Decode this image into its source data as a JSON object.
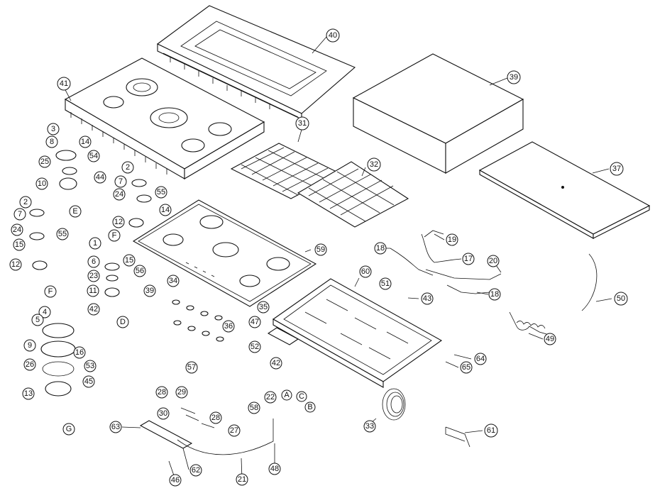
{
  "diagram": {
    "callouts": [
      {
        "label": "40"
      },
      {
        "label": "41"
      },
      {
        "label": "39"
      },
      {
        "label": "37"
      },
      {
        "label": "31"
      },
      {
        "label": "32"
      },
      {
        "label": "3"
      },
      {
        "label": "8"
      },
      {
        "label": "14"
      },
      {
        "label": "54"
      },
      {
        "label": "25"
      },
      {
        "label": "44"
      },
      {
        "label": "10"
      },
      {
        "label": "E"
      },
      {
        "label": "2"
      },
      {
        "label": "7"
      },
      {
        "label": "24"
      },
      {
        "label": "55"
      },
      {
        "label": "14"
      },
      {
        "label": "2"
      },
      {
        "label": "7"
      },
      {
        "label": "24"
      },
      {
        "label": "55"
      },
      {
        "label": "15"
      },
      {
        "label": "12"
      },
      {
        "label": "F"
      },
      {
        "label": "12"
      },
      {
        "label": "F"
      },
      {
        "label": "1"
      },
      {
        "label": "6"
      },
      {
        "label": "23"
      },
      {
        "label": "15"
      },
      {
        "label": "56"
      },
      {
        "label": "39"
      },
      {
        "label": "11"
      },
      {
        "label": "42"
      },
      {
        "label": "D"
      },
      {
        "label": "59"
      },
      {
        "label": "19"
      },
      {
        "label": "18"
      },
      {
        "label": "17"
      },
      {
        "label": "20"
      },
      {
        "label": "18"
      },
      {
        "label": "51"
      },
      {
        "label": "43"
      },
      {
        "label": "60"
      },
      {
        "label": "34"
      },
      {
        "label": "36"
      },
      {
        "label": "35"
      },
      {
        "label": "47"
      },
      {
        "label": "50"
      },
      {
        "label": "49"
      },
      {
        "label": "4"
      },
      {
        "label": "5"
      },
      {
        "label": "9"
      },
      {
        "label": "16"
      },
      {
        "label": "26"
      },
      {
        "label": "53"
      },
      {
        "label": "45"
      },
      {
        "label": "13"
      },
      {
        "label": "G"
      },
      {
        "label": "52"
      },
      {
        "label": "42"
      },
      {
        "label": "64"
      },
      {
        "label": "65"
      },
      {
        "label": "57"
      },
      {
        "label": "28"
      },
      {
        "label": "29"
      },
      {
        "label": "30"
      },
      {
        "label": "28"
      },
      {
        "label": "27"
      },
      {
        "label": "58"
      },
      {
        "label": "22"
      },
      {
        "label": "A"
      },
      {
        "label": "C"
      },
      {
        "label": "B"
      },
      {
        "label": "33"
      },
      {
        "label": "63"
      },
      {
        "label": "62"
      },
      {
        "label": "21"
      },
      {
        "label": "48"
      },
      {
        "label": "46"
      },
      {
        "label": "61"
      }
    ]
  }
}
